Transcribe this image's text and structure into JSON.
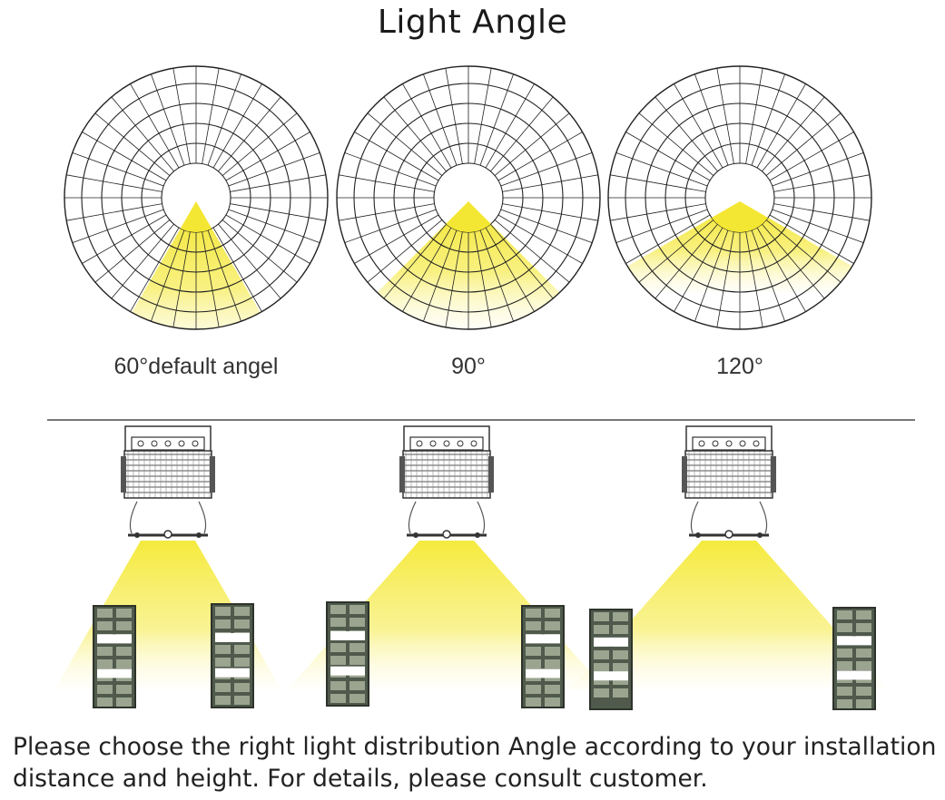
{
  "title": "Light Angle",
  "diagrams": [
    {
      "label": "60°default angel",
      "angle_deg": 60
    },
    {
      "label": "90°",
      "angle_deg": 90
    },
    {
      "label": "120°",
      "angle_deg": 120
    }
  ],
  "note": {
    "line1": "Please choose the right light distribution Angle according to your installation",
    "line2": "distance and height. For details, please consult customer."
  },
  "colors": {
    "beam": "#f5ea3c",
    "grid": "#222222",
    "ceiling": "#777777",
    "rack": "#4f5a4c",
    "shelf": "#ffffff"
  }
}
